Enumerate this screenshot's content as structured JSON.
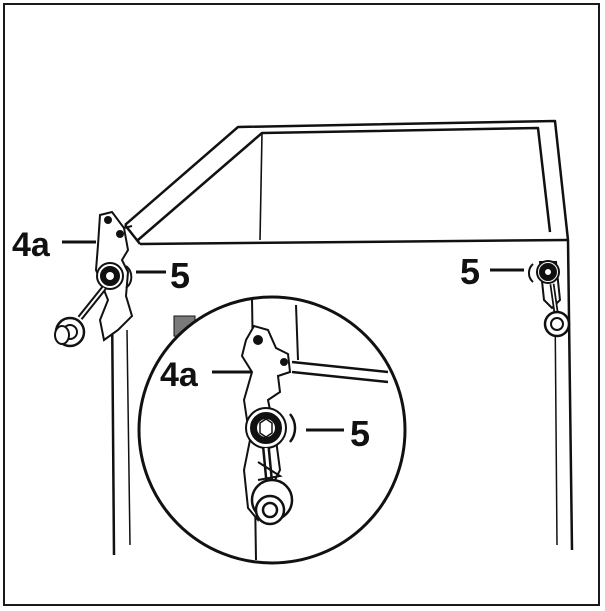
{
  "callouts": {
    "left_bracket": "4a",
    "left_bolt": "5",
    "right_bolt": "5",
    "detail_bracket": "4a",
    "detail_bolt": "5"
  },
  "colors": {
    "line": "#111111",
    "paper": "#ffffff",
    "shade": "#7a7a7a"
  }
}
